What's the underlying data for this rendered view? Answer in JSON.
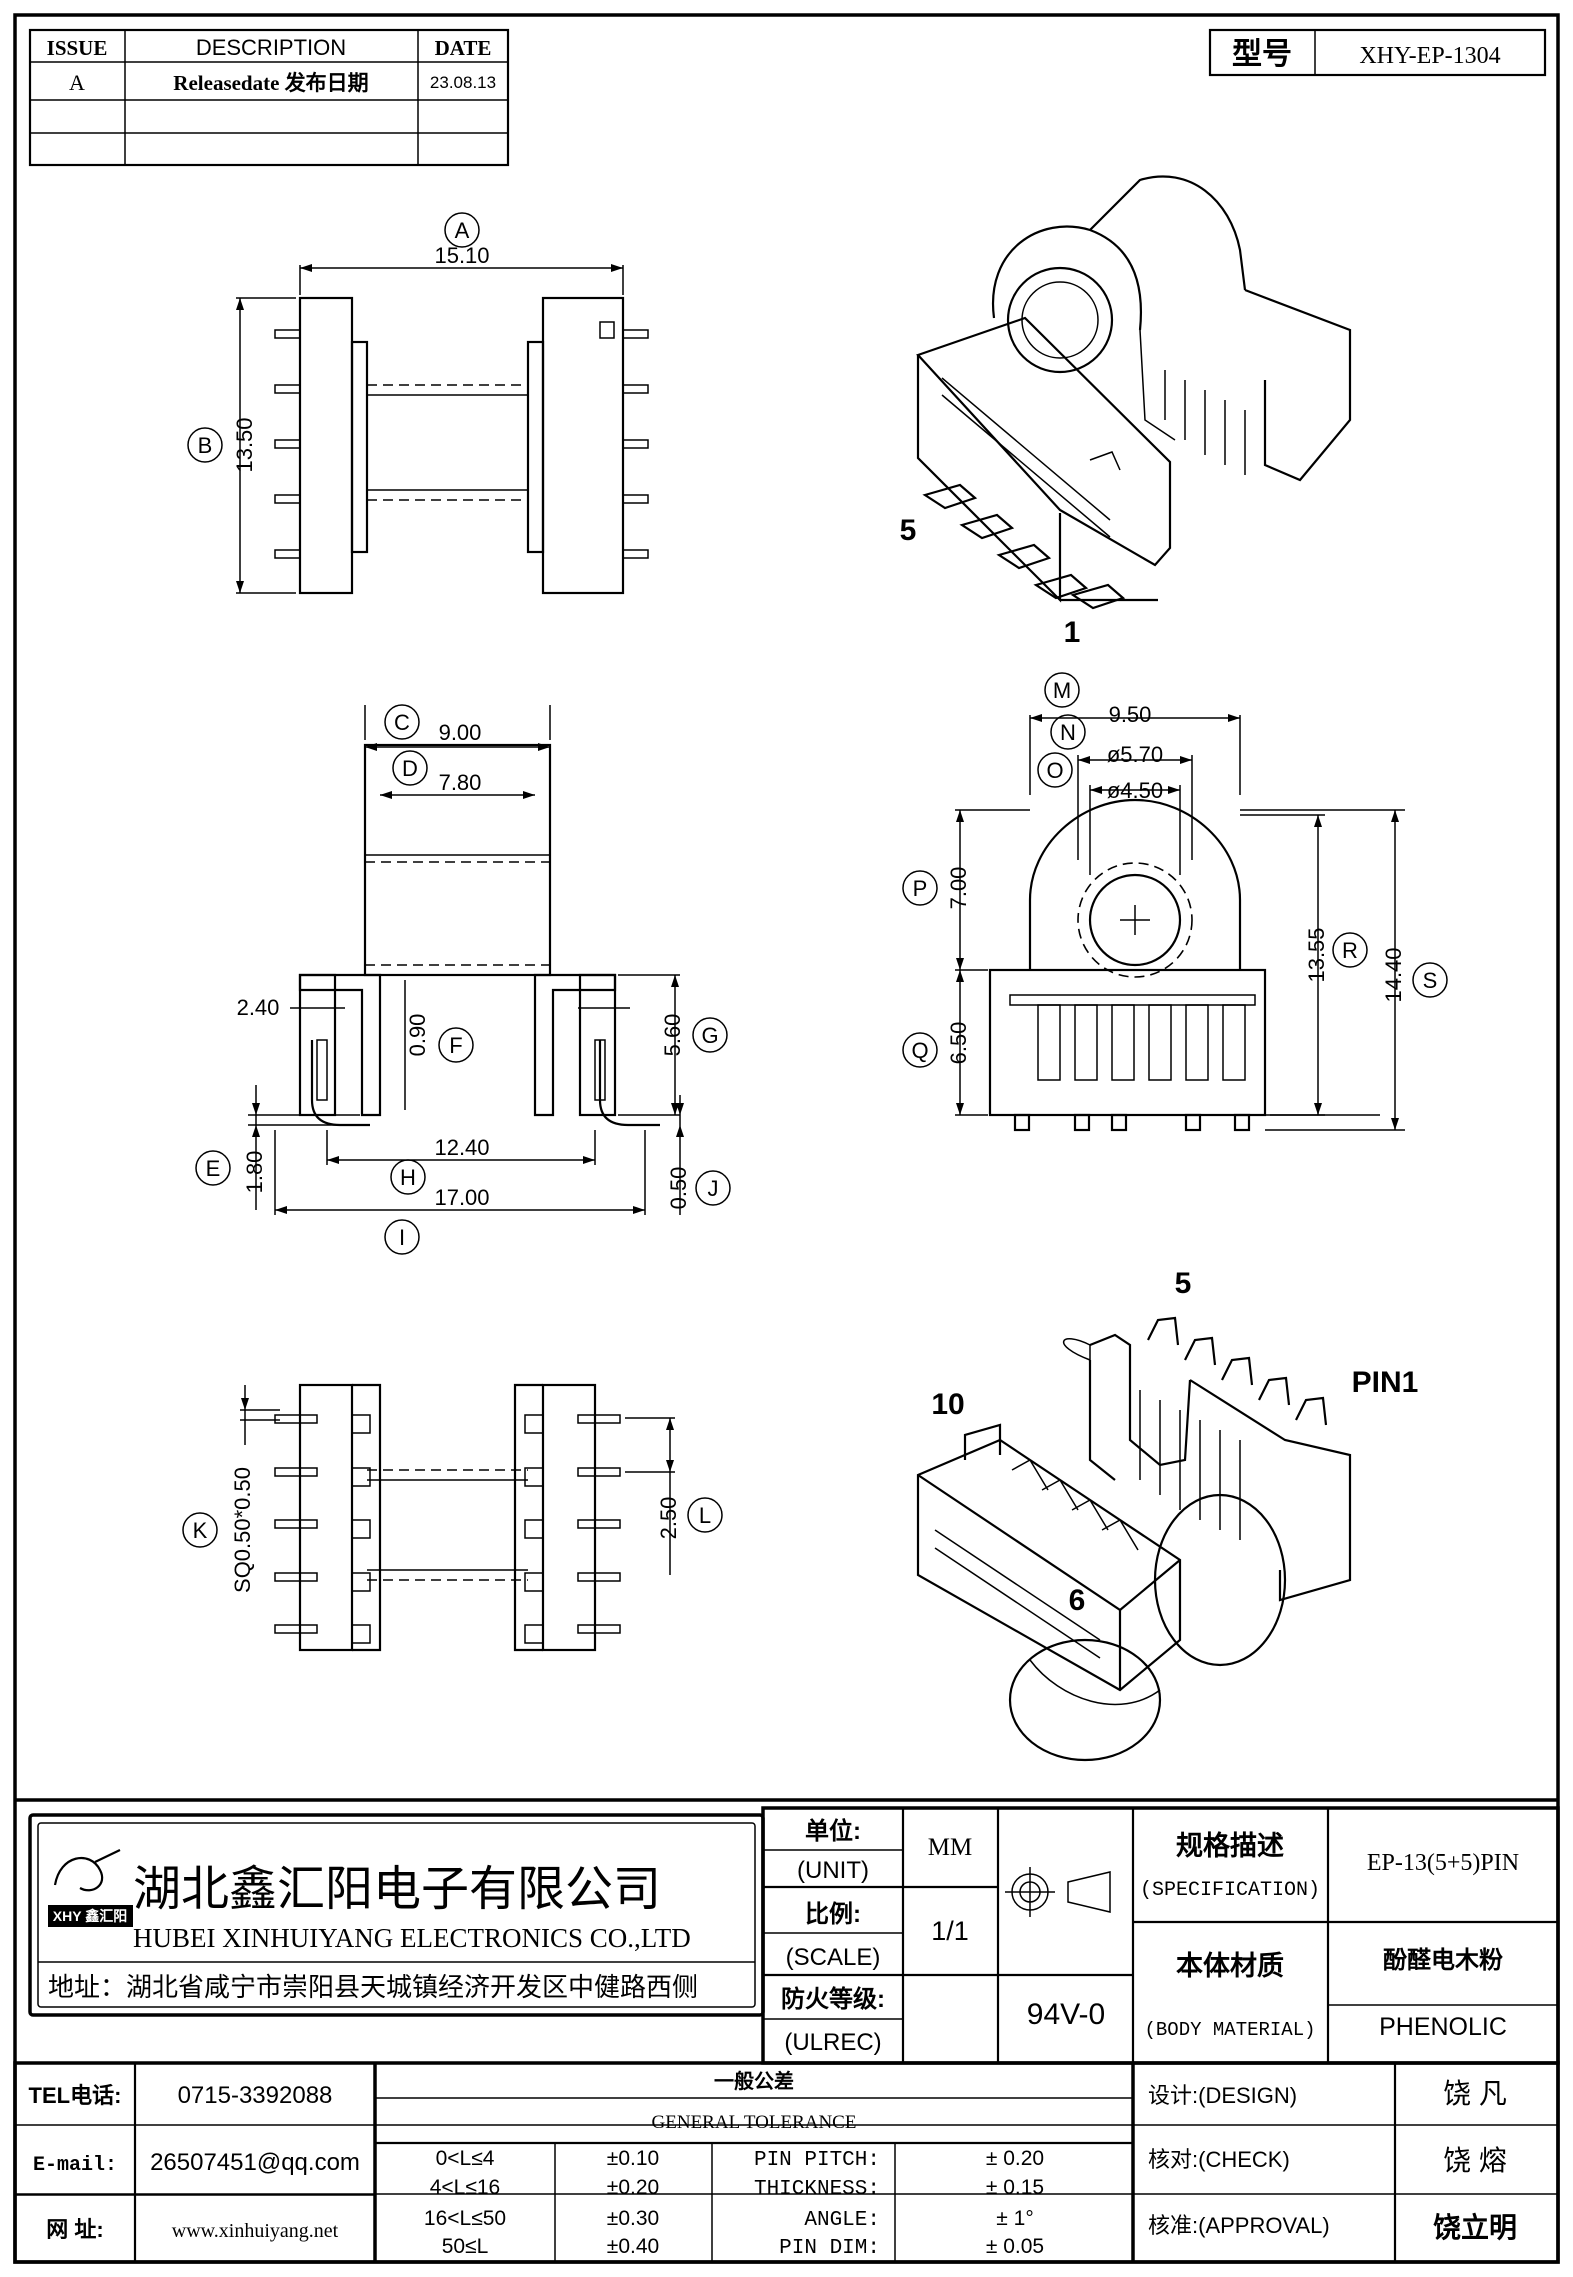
{
  "revision_table": {
    "headers": {
      "issue": "ISSUE",
      "description": "DESCRIPTION",
      "date": "DATE"
    },
    "rows": [
      {
        "issue": "A",
        "description": "Releasedate 发布日期",
        "date": "23.08.13"
      }
    ]
  },
  "model": {
    "label": "型号",
    "value": "XHY-EP-1304"
  },
  "top_view": {
    "A": {
      "letter": "A",
      "value": "15.10"
    },
    "B": {
      "letter": "B",
      "value": "13.50"
    }
  },
  "front_view": {
    "C": {
      "letter": "C",
      "value": "9.00"
    },
    "D": {
      "letter": "D",
      "value": "7.80"
    },
    "E": {
      "letter": "E",
      "value": "1.80"
    },
    "F": {
      "letter": "F",
      "value": "0.90"
    },
    "G": {
      "letter": "G",
      "value": "5.60"
    },
    "H": {
      "letter": "H",
      "value": "12.40"
    },
    "I": {
      "letter": "I",
      "value": "17.00"
    },
    "J": {
      "letter": "J",
      "value": "0.50"
    },
    "slot": {
      "value": "2.40"
    }
  },
  "side_view": {
    "M": {
      "letter": "M",
      "value": "9.50"
    },
    "N": {
      "letter": "N",
      "value": "ø5.70"
    },
    "O": {
      "letter": "O",
      "value": "ø4.50"
    },
    "P": {
      "letter": "P",
      "value": "7.00"
    },
    "Q": {
      "letter": "Q",
      "value": "6.50"
    },
    "R": {
      "letter": "R",
      "value": "13.55"
    },
    "S": {
      "letter": "S",
      "value": "14.40"
    }
  },
  "bottom_view": {
    "K": {
      "letter": "K",
      "value": "SQ0.50*0.50"
    },
    "L": {
      "letter": "L",
      "value": "2.50"
    }
  },
  "iso_top": {
    "pin_a": "5",
    "pin_b": "1"
  },
  "iso_bottom": {
    "pin_a": "5",
    "pin_b": "PIN1",
    "pin_c": "10",
    "pin_d": "6"
  },
  "company": {
    "name_cn": "湖北鑫汇阳电子有限公司",
    "name_en": "HUBEI XINHUIYANG ELECTRONICS CO.,LTD",
    "logo_text": "XHY 鑫汇阳",
    "address": "地址：湖北省咸宁市崇阳县天城镇经济开发区中健路西侧"
  },
  "spec_block": {
    "unit_cn": "单位:",
    "unit_en": "(UNIT)",
    "unit_value": "MM",
    "scale_cn": "比例:",
    "scale_en": "(SCALE)",
    "scale_value": "1/1",
    "ul_cn": "防火等级:",
    "ul_en": "(ULREC)",
    "ul_value": "94V-0",
    "spec_cn": "规格描述",
    "spec_en": "(SPECIFICATION)",
    "spec_value": "EP-13(5+5)PIN",
    "material_cn": "本体材质",
    "material_en": "(BODY MATERIAL)",
    "material_value_cn": "酚醛电木粉",
    "material_value_en": "PHENOLIC"
  },
  "contact": {
    "tel_label": "TEL电话:",
    "tel": "0715-3392088",
    "email_label": "E-mail:",
    "email": "26507451@qq.com",
    "web_label": "网  址:",
    "web": "www.xinhuiyang.net"
  },
  "tolerance": {
    "title_cn": "一般公差",
    "title_en": "GENERAL TOLERANCE",
    "ranges": [
      {
        "range": "0<L≤4",
        "tol": "±0.10"
      },
      {
        "range": "4<L≤16",
        "tol": "±0.20"
      },
      {
        "range": "16<L≤50",
        "tol": "±0.30"
      },
      {
        "range": "50≤L",
        "tol": "±0.40"
      }
    ],
    "features": [
      {
        "name": "PIN PITCH:",
        "tol": "±  0.20"
      },
      {
        "name": "THICKNESS:",
        "tol": "±  0.15"
      },
      {
        "name": "ANGLE:",
        "tol": "±  1°"
      },
      {
        "name": "PIN DIM:",
        "tol": "±  0.05"
      }
    ]
  },
  "approvals": {
    "design_label": "设计:(DESIGN)",
    "design": "饶  凡",
    "check_label": "核对:(CHECK)",
    "check": "饶  熔",
    "approval_label": "核准:(APPROVAL)",
    "approval": "饶立明"
  }
}
